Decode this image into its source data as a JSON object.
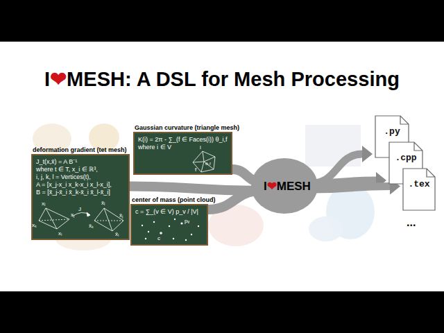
{
  "diagram": {
    "title": "I❤MESH: A DSL for Mesh Processing",
    "nodes": [
      {
        "text": [
          "deformation gradient (tet mesh)",
          "J_t(x,x̄) = A B⁻¹",
          "where t ∈ T, x_i ∈ ℝ³,",
          "i, j, k, l = Vertices(t),",
          "A = [x_j-x_i x_k-x_i x_l-x_i],",
          "B = [x̄_j-x̄_i x̄_k-x̄_i x̄_l-x̄_i]"
        ]
      },
      {
        "text": [
          "Gaussian curvature (triangle mesh)",
          "K(i) = 2π - ∑_(f ∈ Faces(i)) θ_i,f",
          "where i ∈ V"
        ]
      },
      {
        "text": [
          "center of mass (point cloud)",
          "c = ∑_(v ∈ V) p_v / |V|"
        ]
      },
      {
        "text": [
          "I❤MESH"
        ]
      },
      {
        "text": [
          ".py"
        ]
      },
      {
        "text": [
          ".cpp"
        ]
      },
      {
        "text": [
          ".tex"
        ]
      }
    ],
    "edges": [
      {
        "from": 0,
        "to": 3,
        "arrow": "none"
      },
      {
        "from": 1,
        "to": 3,
        "arrow": "none"
      },
      {
        "from": 2,
        "to": 3,
        "arrow": "none"
      },
      {
        "from": 3,
        "to": 4,
        "arrow": "to"
      },
      {
        "from": 3,
        "to": 5,
        "arrow": "to"
      },
      {
        "from": 3,
        "to": 6,
        "arrow": "to"
      }
    ],
    "labels": [
      "xᵢ",
      "xₖ",
      "xₗ",
      "xⱼ",
      "J",
      "x̄ₖ",
      "x̄ᵢ",
      "x̄ⱼ",
      "x̄ₗ",
      "i",
      "θᵢ,f",
      "f",
      "c",
      "pᵥ",
      "..."
    ]
  }
}
